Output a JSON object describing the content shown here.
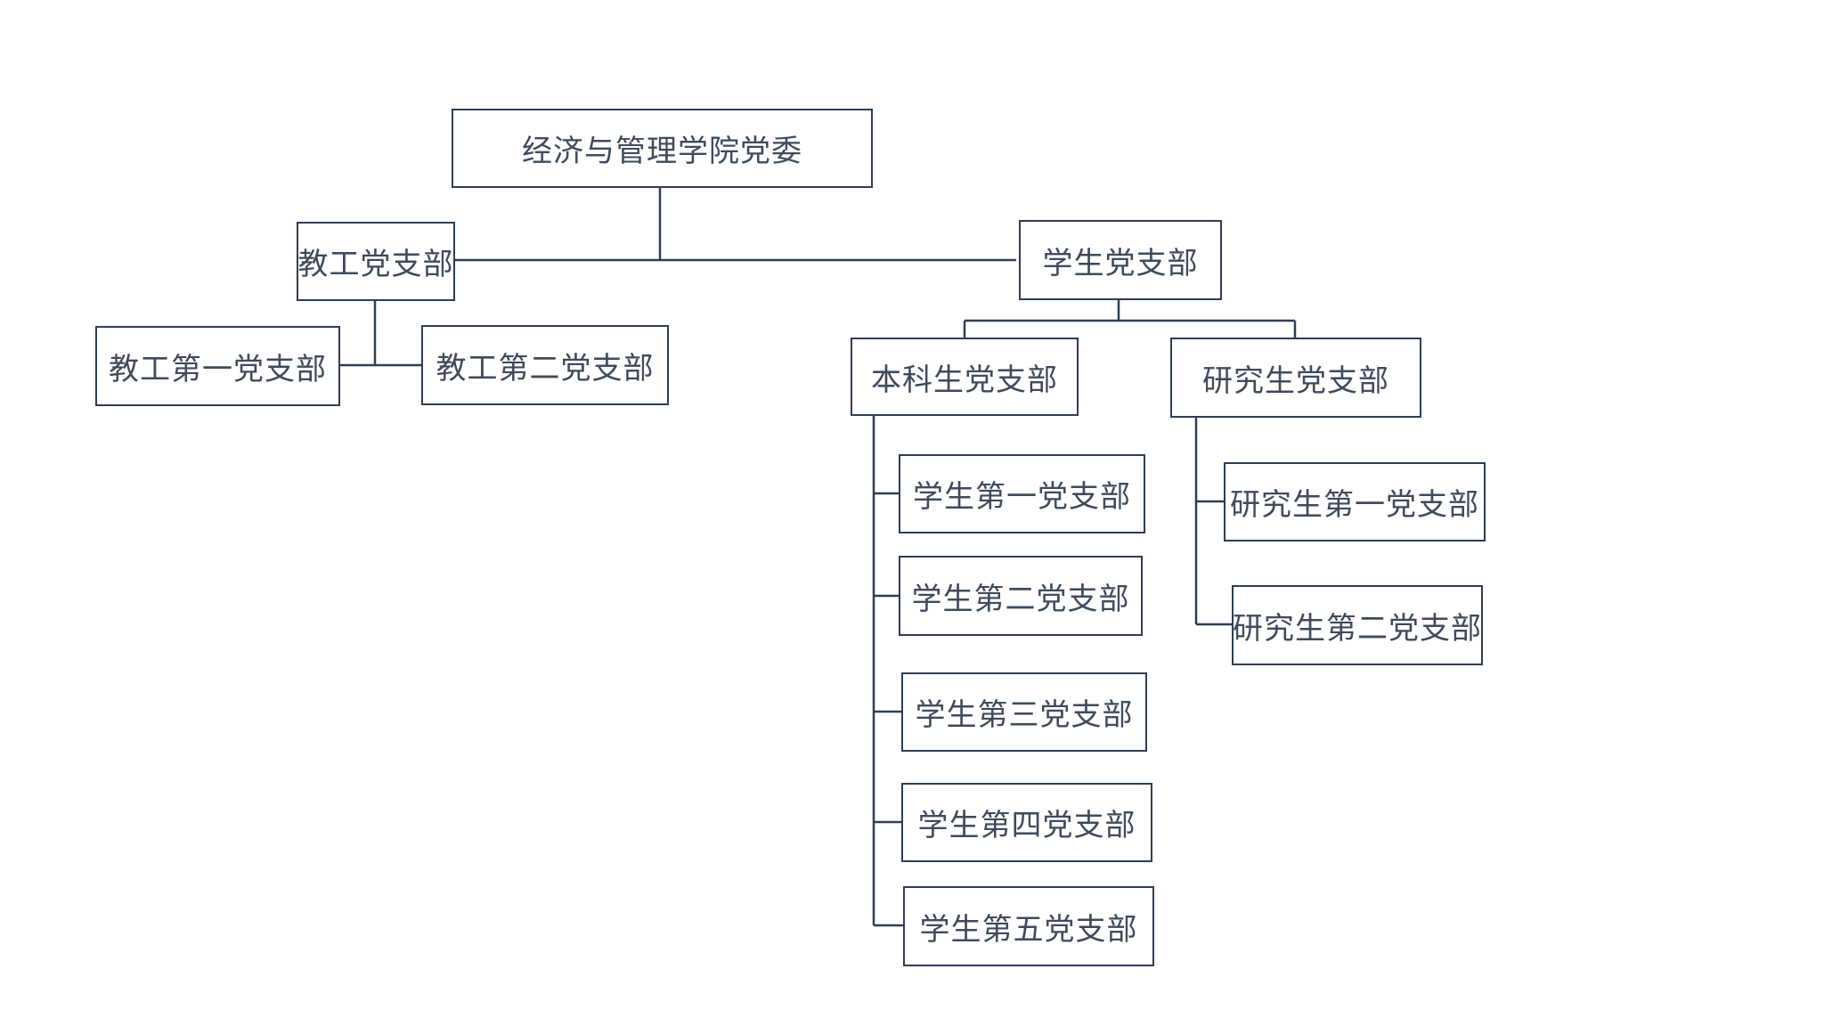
{
  "colors": {
    "line": "#2f3d55",
    "text": "#3f4a5c",
    "background": "#ffffff"
  },
  "nodes": {
    "root": "经济与管理学院党委",
    "staff_branch": "教工党支部",
    "student_branch": "学生党支部",
    "staff_first": "教工第一党支部",
    "staff_second": "教工第二党支部",
    "undergrad_branch": "本科生党支部",
    "grad_branch": "研究生党支部",
    "student_first": "学生第一党支部",
    "student_second": "学生第二党支部",
    "student_third": "学生第三党支部",
    "student_fourth": "学生第四党支部",
    "student_fifth": "学生第五党支部",
    "grad_first": "研究生第一党支部",
    "grad_second": "研究生第二党支部"
  },
  "edges": [
    [
      "root",
      "staff_branch"
    ],
    [
      "root",
      "student_branch"
    ],
    [
      "staff_branch",
      "staff_first"
    ],
    [
      "staff_branch",
      "staff_second"
    ],
    [
      "student_branch",
      "undergrad_branch"
    ],
    [
      "student_branch",
      "grad_branch"
    ],
    [
      "undergrad_branch",
      "student_first"
    ],
    [
      "undergrad_branch",
      "student_second"
    ],
    [
      "undergrad_branch",
      "student_third"
    ],
    [
      "undergrad_branch",
      "student_fourth"
    ],
    [
      "undergrad_branch",
      "student_fifth"
    ],
    [
      "grad_branch",
      "grad_first"
    ],
    [
      "grad_branch",
      "grad_second"
    ]
  ]
}
